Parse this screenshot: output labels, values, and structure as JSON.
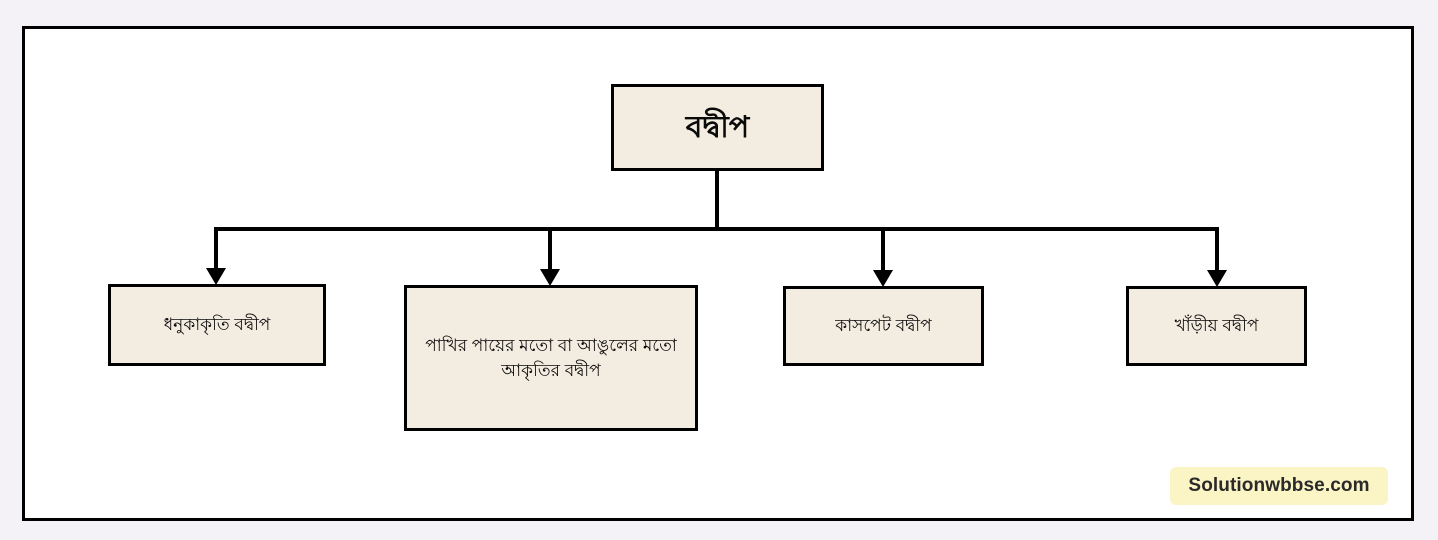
{
  "canvas": {
    "background_color": "#f4f2f7",
    "panel_background_color": "#ffffff",
    "panel_border_color": "#000000"
  },
  "diagram": {
    "type": "tree-chart",
    "node_fill_color": "#f3ece0",
    "node_border_color": "#000000",
    "connector_color": "#000000",
    "root": {
      "label": "বদ্বীপ"
    },
    "children": [
      {
        "label": "ধনুকাকৃতি বদ্বীপ"
      },
      {
        "label": "পাখির পায়ের মতো বা আঙুলের মতো আকৃতির বদ্বীপ"
      },
      {
        "label": "কাসপেট বদ্বীপ"
      },
      {
        "label": "খাঁড়ীয় বদ্বীপ"
      }
    ]
  },
  "watermark": {
    "text": "Solutionwbbse.com",
    "background_color": "#fbf4c4",
    "text_color": "#2a2a2a"
  }
}
